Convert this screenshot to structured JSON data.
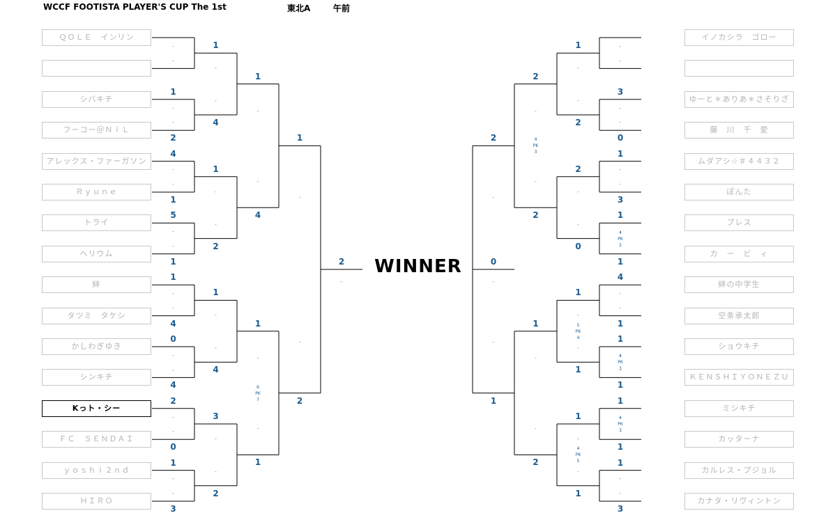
{
  "header": {
    "title": "WCCF FOOTISTA PLAYER'S CUP The 1st",
    "region": "東北A",
    "session": "午前"
  },
  "winner_label": "WINNER",
  "dot": "-",
  "pk_label": "PK",
  "left_players": [
    {
      "name": "ＱＯＬＥ　インリン",
      "winner": false
    },
    {
      "name": "",
      "winner": false
    },
    {
      "name": "シバキチ",
      "winner": false
    },
    {
      "name": "フーコー＠ＮｉＬ",
      "winner": false
    },
    {
      "name": "アレックス・ファーガソン",
      "winner": false
    },
    {
      "name": "Ｒｙｕｎｅ",
      "winner": false
    },
    {
      "name": "トライ",
      "winner": false
    },
    {
      "name": "ヘリウム",
      "winner": false
    },
    {
      "name": "絆",
      "winner": false
    },
    {
      "name": "タツミ　タケシ",
      "winner": false
    },
    {
      "name": "かしわぎゆき",
      "winner": false
    },
    {
      "name": "シンキチ",
      "winner": false
    },
    {
      "name": "Kっト・シー",
      "winner": true
    },
    {
      "name": "ＦＣ　ＳＥＮＤＡＩ",
      "winner": false
    },
    {
      "name": "ｙｏｓｈｉ２ｎｄ",
      "winner": false
    },
    {
      "name": "ＨＩＲＯ",
      "winner": false
    }
  ],
  "right_players": [
    {
      "name": "イノカシラ　ゴロー",
      "winner": false
    },
    {
      "name": "",
      "winner": false
    },
    {
      "name": "ゆーと＊ありあ＊さそりざ",
      "winner": false
    },
    {
      "name": "藤　川　千　愛",
      "winner": false
    },
    {
      "name": "ムダアシ☆＃４４３２",
      "winner": false
    },
    {
      "name": "ぽんた",
      "winner": false
    },
    {
      "name": "プレス",
      "winner": false
    },
    {
      "name": "カ　ー　ビ　ィ",
      "winner": false
    },
    {
      "name": "絆の中学生",
      "winner": false
    },
    {
      "name": "空条承太郎",
      "winner": false
    },
    {
      "name": "ショウキチ",
      "winner": false
    },
    {
      "name": "ＫＥＮＳＨＩＹＯＮＥＺＵ",
      "winner": false
    },
    {
      "name": "ミシキチ",
      "winner": false
    },
    {
      "name": "カッターナ",
      "winner": false
    },
    {
      "name": "カルレス・プジョル",
      "winner": false
    },
    {
      "name": "カナタ・リヴィントン",
      "winner": false
    }
  ],
  "left_rounds": [
    [
      [
        "",
        ""
      ],
      [
        "1",
        "2"
      ],
      [
        "4",
        "1"
      ],
      [
        "5",
        "1"
      ],
      [
        "1",
        "4"
      ],
      [
        "0",
        "4"
      ],
      [
        "2",
        "0"
      ],
      [
        "1",
        "3"
      ]
    ],
    [
      [
        "1",
        "4"
      ],
      [
        "1",
        "2"
      ],
      [
        "1",
        "4"
      ],
      [
        "3",
        "2"
      ]
    ],
    [
      [
        "1",
        "4"
      ],
      [
        "1",
        "1"
      ]
    ],
    [
      [
        "1",
        "2"
      ]
    ]
  ],
  "right_rounds": [
    [
      [
        "",
        ""
      ],
      [
        "3",
        "0"
      ],
      [
        "1",
        "3"
      ],
      [
        "1",
        "1"
      ],
      [
        "4",
        "1"
      ],
      [
        "1",
        "1"
      ],
      [
        "1",
        "1"
      ],
      [
        "1",
        "3"
      ]
    ],
    [
      [
        "1",
        "2"
      ],
      [
        "2",
        "0"
      ],
      [
        "1",
        "1"
      ],
      [
        "1",
        "1"
      ]
    ],
    [
      [
        "2",
        "2"
      ],
      [
        "1",
        "2"
      ]
    ],
    [
      [
        "2",
        "1"
      ]
    ]
  ],
  "final": {
    "left": "2",
    "right": "0"
  },
  "pk_results": {
    "left": {
      "2-1": [
        "6",
        "7"
      ]
    },
    "right": {
      "0-3": [
        "4",
        "2"
      ],
      "0-5": [
        "4",
        "3"
      ],
      "0-6": [
        "4",
        "3"
      ],
      "1-2": [
        "5",
        "4"
      ],
      "1-3": [
        "4",
        "5"
      ],
      "2-0": [
        "4",
        "3"
      ]
    }
  },
  "colors": {
    "score": "#1a5b8f",
    "line": "#000000",
    "box_border": "#c8c8c8",
    "name_text": "#b4b4b4",
    "winner_text": "#000000"
  }
}
